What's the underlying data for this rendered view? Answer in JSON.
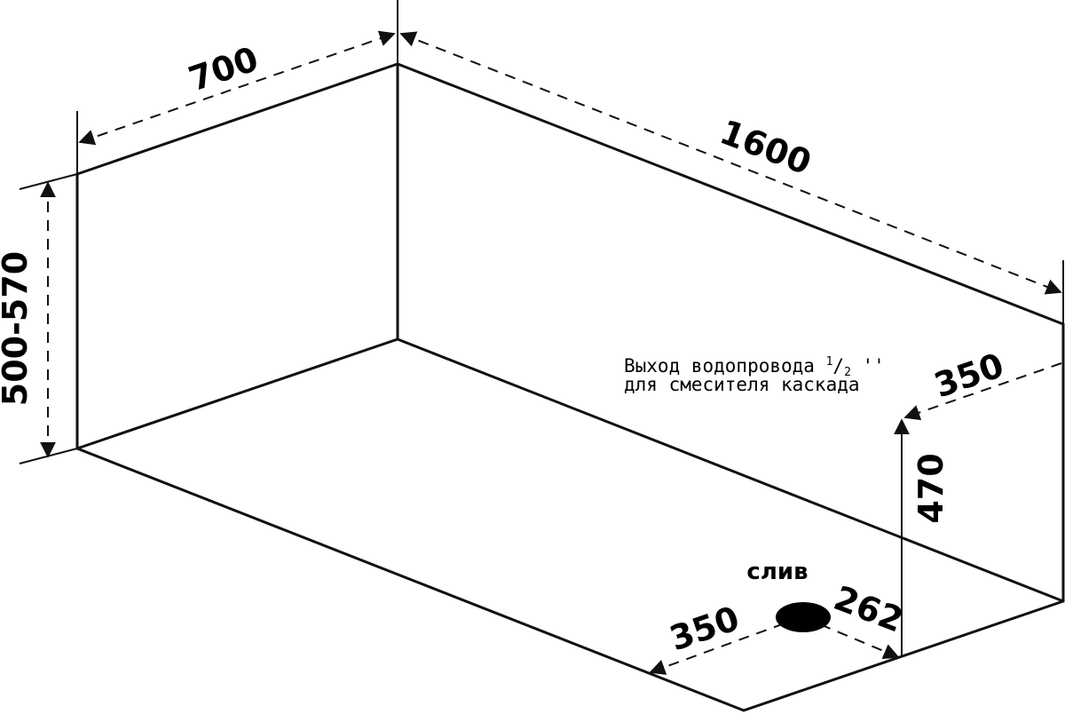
{
  "dimensions": {
    "width_top": "700",
    "length": "1600",
    "height": "500-570",
    "faucet_offset": "350",
    "faucet_height": "470",
    "drain_offset_side": "350",
    "drain_offset_end": "262"
  },
  "labels": {
    "faucet_line1": "Выход водопровода ",
    "faucet_fraction_num": "1",
    "faucet_fraction_den": "2",
    "faucet_line1_suffix": " ''",
    "faucet_line2": "для смесителя каскада",
    "drain": "слив"
  },
  "colors": {
    "line": "#111111",
    "background": "#ffffff",
    "drain_fill": "#000000"
  }
}
